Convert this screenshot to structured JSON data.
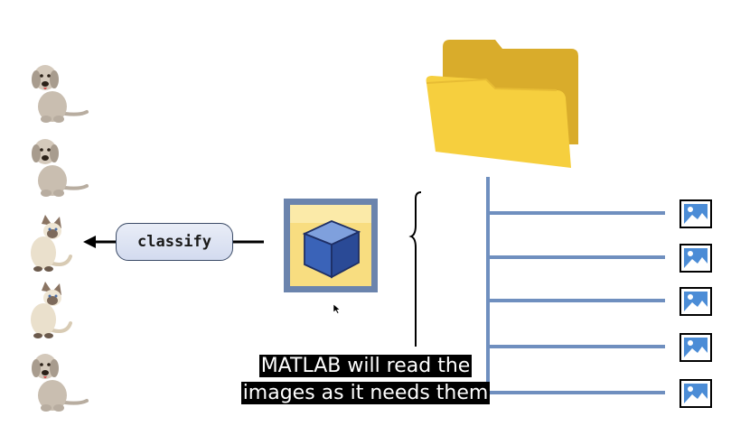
{
  "classify_label": "classify",
  "caption": {
    "line1": "MATLAB will read the",
    "line2": "images as it needs them"
  },
  "animals": [
    "dog",
    "dog",
    "cat",
    "cat",
    "dog"
  ],
  "image_files": 5,
  "colors": {
    "connector": "#6f8fbf",
    "folder": "#f6cf3e",
    "folder_back": "#d9ac2b",
    "cube": "#3a63b8",
    "datastore_frame": "#6b84ad",
    "datastore_fill": "#f8dd80"
  },
  "icons": {
    "folder": "folder-icon",
    "datastore": "datastore-cube-icon",
    "image_file": "image-file-icon",
    "cursor": "mouse-cursor-icon"
  }
}
